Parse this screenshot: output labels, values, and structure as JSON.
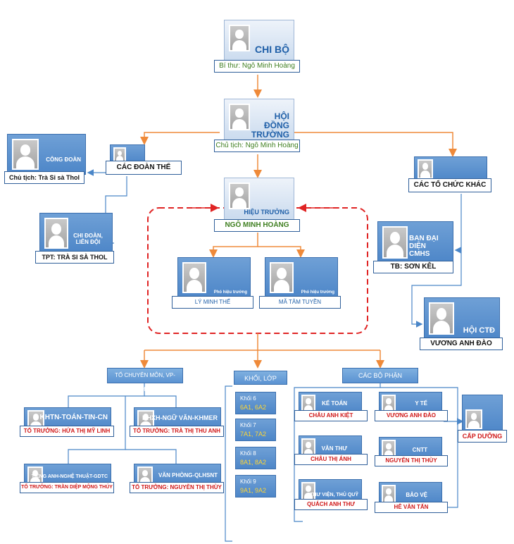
{
  "top": {
    "chi_bo": {
      "title": "CHI BỘ",
      "caption": "Bí thư: Ngô Minh Hoàng"
    },
    "hoi_dong": {
      "title": "HỘI ĐỒNG TRƯỜNG",
      "caption": "Chủ tịch: Ngô Minh Hoàng"
    },
    "hieu_truong": {
      "title": "HIỆU TRƯỞNG",
      "caption": "NGÔ MINH HOÀNG"
    }
  },
  "left": {
    "cac_doan_the": {
      "caption": "CÁC ĐOÀN THỂ"
    },
    "cong_doan": {
      "title": "CÔNG ĐOÀN",
      "caption": "Chủ tịch: Trà Si sà Thol"
    },
    "chi_doan": {
      "title": "CHI ĐOÀN, LIÊN ĐỘI",
      "caption": "TPT: TRÀ SI SÀ THOL"
    }
  },
  "right": {
    "cac_to_chuc": {
      "caption": "CÁC TỔ CHỨC KHÁC"
    },
    "ban_dai_dien": {
      "title": "BAN ĐẠI DIỆN CMHS",
      "caption": "TB: SƠN KÊL"
    },
    "hoi_ctd": {
      "title": "HỘI CTĐ",
      "caption": "VƯƠNG ANH ĐÀO"
    }
  },
  "deputies": [
    {
      "title": "Phó hiệu trưởng",
      "caption": "LÝ MINH THẾ"
    },
    {
      "title": "Phó hiệu trưởng",
      "caption": "MÃ TÂM TUYỀN"
    }
  ],
  "groups": {
    "to_chuyen_mon": "TỔ CHUYÊN MÔN, VP-QLHSNT",
    "khoi_lop": "KHỐI, LỚP",
    "cac_bo_phan": "CÁC BỘ PHẬN"
  },
  "departments": [
    {
      "title": "KHTN-TOÁN-TIN-CN",
      "caption": "TỔ TRƯỞNG: HỨA THỊ MỸ LINH"
    },
    {
      "title": "KHXH-NGỮ VĂN-KHMER",
      "caption": "TỔ TRƯỞNG: TRÀ THỊ THU ANH"
    },
    {
      "title": "TIẾNG ANH-NGHỆ THUẬT-GDTC",
      "caption": "TỔ TRƯỞNG: TRẦN DIỆP MỘNG THÚY"
    },
    {
      "title": "VĂN PHÒNG-QLHSNT",
      "caption": "TỔ TRƯỞNG: NGUYỄN THỊ THÙY"
    }
  ],
  "grades": [
    {
      "name": "Khối 6",
      "classes": "6A1, 6A2"
    },
    {
      "name": "Khối 7",
      "classes": "7A1, 7A2"
    },
    {
      "name": "Khối 8",
      "classes": "8A1, 8A2"
    },
    {
      "name": "Khối 9",
      "classes": "9A1, 9A2"
    }
  ],
  "units": [
    {
      "title": "KẾ TOÁN",
      "caption": "CHÂU ANH KIỆT"
    },
    {
      "title": "VĂN THƯ",
      "caption": "CHÂU THỊ ÁNH"
    },
    {
      "title": "THƯ VIỆN, THỦ QUỸ",
      "caption": "QUÁCH ANH THƯ"
    },
    {
      "title": "Y TẾ",
      "caption": "VƯƠNG ANH ĐÀO"
    },
    {
      "title": "CNTT",
      "caption": "NGUYỄN THỊ THÙY"
    },
    {
      "title": "BẢO VỆ",
      "caption": "HÊ VĂN TẤN"
    }
  ],
  "cap_duong": {
    "caption": "CẤP DƯỠNG"
  },
  "colors": {
    "orange": "#ef8a3a",
    "blue_line": "#4a86c8",
    "dashed": "#e02424"
  }
}
